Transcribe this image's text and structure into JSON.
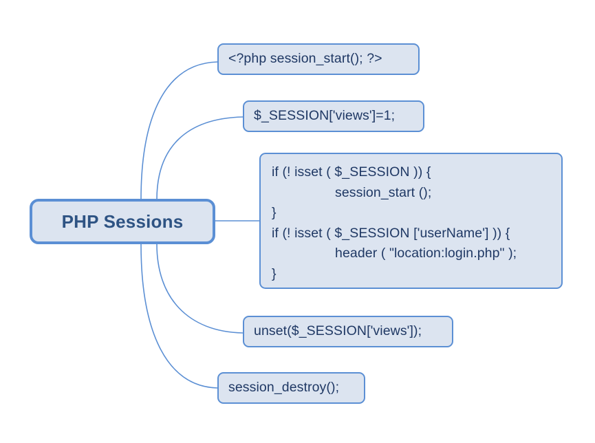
{
  "diagram": {
    "type": "mind-map",
    "title": "PHP Sessions",
    "colors": {
      "node_fill": "#dce4f0",
      "node_border": "#5b8fd4",
      "root_text": "#2e5383",
      "leaf_text": "#1f3864",
      "connector": "#5b8fd4",
      "background": "#ffffff"
    },
    "root": {
      "label": "PHP Sessions"
    },
    "branches": [
      {
        "id": "branch-session-start-tag",
        "label": "<?php session_start(); ?>"
      },
      {
        "id": "branch-session-views-assign",
        "label": "$_SESSION['views']=1;"
      },
      {
        "id": "branch-isset-guard-block",
        "label": "if (! isset ( $_SESSION )) {\n        session_start ();\n}\nif (! isset ( $_SESSION ['userName'] )) {\n        header ( \"location:login.php\" );\n}",
        "lines": [
          {
            "text": "if (! isset ( $_SESSION )) {",
            "indent": false
          },
          {
            "text": "session_start ();",
            "indent": true
          },
          {
            "text": "}",
            "indent": false
          },
          {
            "text": "if (! isset ( $_SESSION ['userName'] )) {",
            "indent": false
          },
          {
            "text": "header ( \"location:login.php\" );",
            "indent": true
          },
          {
            "text": "}",
            "indent": false
          }
        ]
      },
      {
        "id": "branch-unset-views",
        "label": "unset($_SESSION['views']);"
      },
      {
        "id": "branch-session-destroy",
        "label": "session_destroy();"
      }
    ]
  }
}
